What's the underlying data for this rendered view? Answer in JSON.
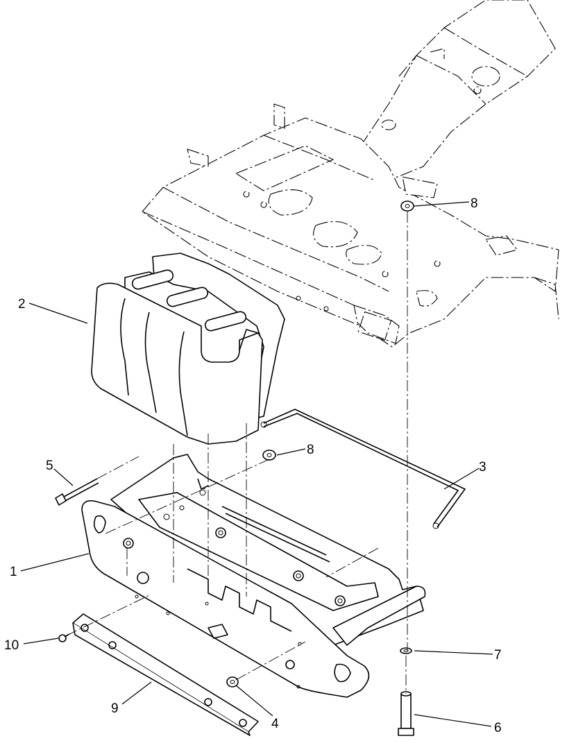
{
  "callouts": [
    {
      "label": "1"
    },
    {
      "label": "2"
    },
    {
      "label": "3"
    },
    {
      "label": "4"
    },
    {
      "label": "5"
    },
    {
      "label": "6"
    },
    {
      "label": "7"
    },
    {
      "label": "8"
    },
    {
      "label": "8"
    },
    {
      "label": "9"
    },
    {
      "label": "10"
    }
  ]
}
